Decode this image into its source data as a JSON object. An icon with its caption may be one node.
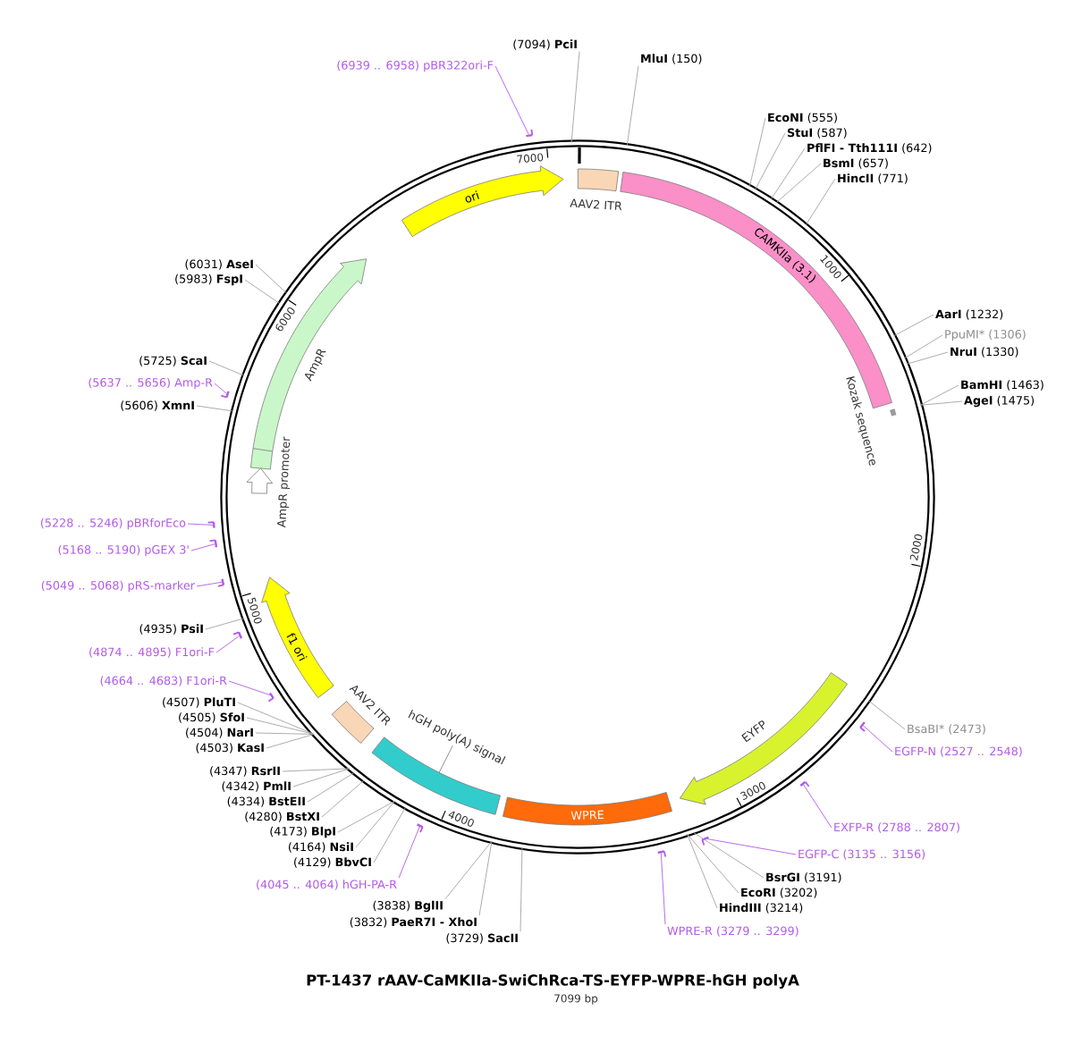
{
  "diagram": {
    "title": "PT-1437 rAAV-CaMKIIa-SwiChRca-TS-EYFP-WPRE-hGH polyA",
    "nodes": [
      {
        "text": [
          "(6939 .. 6958) pBR322ori-F"
        ]
      },
      {
        "text": [
          "(7094) **PciI**"
        ]
      },
      {
        "text": [
          "**MluI** (150)"
        ]
      },
      {
        "text": [
          "**EcoNI** (555)"
        ]
      },
      {
        "text": [
          "**StuI** (587)"
        ]
      },
      {
        "text": [
          "**PflFI - Tth111I** (642)"
        ]
      },
      {
        "text": [
          "**BsmI** (657)"
        ]
      },
      {
        "text": [
          "**HincII** (771)"
        ]
      },
      {
        "text": [
          "(6031) **AseI**"
        ]
      },
      {
        "text": [
          "(5983) **FspI**"
        ]
      },
      {
        "text": [
          "**AarI** (1232)"
        ]
      },
      {
        "text": [
          "PpuMI* (1306)"
        ]
      },
      {
        "text": [
          "**NruI** (1330)"
        ]
      },
      {
        "text": [
          "**BamHI** (1463)"
        ]
      },
      {
        "text": [
          "**AgeI** (1475)"
        ]
      },
      {
        "text": [
          "(5725) **ScaI**"
        ]
      },
      {
        "text": [
          "(5637 .. 5656) Amp-R"
        ]
      },
      {
        "text": [
          "(5606) **XmnI**"
        ]
      },
      {
        "text": [
          "(5228 .. 5246) pBRforEco"
        ]
      },
      {
        "text": [
          "(5168 .. 5190) pGEX 3'"
        ]
      },
      {
        "text": [
          "(5049 .. 5068) pRS-marker"
        ]
      },
      {
        "text": [
          "(4935) **PsiI**"
        ]
      },
      {
        "text": [
          "(4874 .. 4895) F1ori-F"
        ]
      },
      {
        "text": [
          "(4664 .. 4683) F1ori-R"
        ]
      },
      {
        "text": [
          "(4507) **PluTI**"
        ]
      },
      {
        "text": [
          "(4505) **SfoI**"
        ]
      },
      {
        "text": [
          "(4504) **NarI**"
        ]
      },
      {
        "text": [
          "(4503) **KasI**"
        ]
      },
      {
        "text": [
          "BsaBI* (2473)"
        ]
      },
      {
        "text": [
          "EGFP-N (2527 .. 2548)"
        ]
      },
      {
        "text": [
          "(4347) **RsrII**"
        ]
      },
      {
        "text": [
          "(4342) **PmlI**"
        ]
      },
      {
        "text": [
          "(4334) **BstEII**"
        ]
      },
      {
        "text": [
          "(4280) **BstXI**"
        ]
      },
      {
        "text": [
          "EXFP-R (2788 .. 2807)"
        ]
      },
      {
        "text": [
          "(4173) **BlpI**"
        ]
      },
      {
        "text": [
          "(4164) **NsiI**"
        ]
      },
      {
        "text": [
          "EGFP-C (3135 .. 3156)"
        ]
      },
      {
        "text": [
          "(4129) **BbvCI**"
        ]
      },
      {
        "text": [
          "**BsrGI** (3191)"
        ]
      },
      {
        "text": [
          "**EcoRI** (3202)"
        ]
      },
      {
        "text": [
          "**HindIII** (3214)"
        ]
      },
      {
        "text": [
          "(4045 .. 4064) hGH-PA-R"
        ]
      },
      {
        "text": [
          "(3838) **BglII**"
        ]
      },
      {
        "text": [
          "WPRE-R (3279 .. 3299)"
        ]
      },
      {
        "text": [
          "(3832) **PaeR7I - XhoI**"
        ]
      },
      {
        "text": [
          "(3729) **SacII**"
        ]
      },
      {
        "text": [],
        "shape": "circle"
      },
      {
        "text": [
          "ori"
        ],
        "in": 47
      },
      {
        "text": [
          "AAV2 ITR"
        ],
        "in": 47
      },
      {
        "text": [
          "CAMKIIa (3.1)"
        ],
        "in": 47
      },
      {
        "text": [
          "AmpR"
        ],
        "in": 47
      },
      {
        "text": [
          "Kozak sequence"
        ],
        "in": 47
      },
      {
        "text": [
          "AmpR promoter"
        ],
        "in": 47
      },
      {
        "text": [
          "f1 ori"
        ],
        "in": 47
      },
      {
        "text": [
          "EYFP"
        ],
        "in": 47
      },
      {
        "text": [
          "AAV2 ITR"
        ],
        "in": 47
      },
      {
        "text": [
          "hGH poly(A) signal"
        ],
        "in": 47
      },
      {
        "text": [
          "WPRE"
        ],
        "in": 47
      },
      {
        "text": [],
        "shape": "bar"
      },
      {
        "text": [],
        "shape": "bar"
      },
      {
        "text": [],
        "shape": "bar"
      },
      {
        "text": [],
        "shape": "bar"
      },
      {
        "text": [],
        "shape": "bar"
      },
      {
        "text": [],
        "shape": "bar"
      },
      {
        "text": [],
        "shape": "bar"
      },
      {
        "text": [],
        "shape": "bar"
      },
      {
        "text": [],
        "shape": "bar"
      },
      {
        "text": [],
        "shape": "bar"
      },
      {
        "text": [],
        "shape": "bar"
      },
      {
        "text": [],
        "shape": "bar"
      }
    ],
    "edges": [
      {
        "from": 0,
        "to": 59,
        "arrow": "none",
        "color": "#b25ae8"
      },
      {
        "from": 1,
        "to": 47,
        "arrow": "none"
      },
      {
        "from": 2,
        "to": 47,
        "arrow": "none"
      },
      {
        "from": 3,
        "to": 47,
        "arrow": "none"
      },
      {
        "from": 4,
        "to": 47,
        "arrow": "none"
      },
      {
        "from": 5,
        "to": 47,
        "arrow": "none"
      },
      {
        "from": 6,
        "to": 47,
        "arrow": "none"
      },
      {
        "from": 7,
        "to": 47,
        "arrow": "none"
      },
      {
        "from": 8,
        "to": 47,
        "arrow": "none"
      },
      {
        "from": 9,
        "to": 47,
        "arrow": "none"
      },
      {
        "from": 10,
        "to": 47,
        "arrow": "none"
      },
      {
        "from": 11,
        "to": 47,
        "arrow": "none"
      },
      {
        "from": 12,
        "to": 47,
        "arrow": "none"
      },
      {
        "from": 13,
        "to": 47,
        "arrow": "none"
      },
      {
        "from": 14,
        "to": 47,
        "arrow": "none"
      },
      {
        "from": 15,
        "to": 47,
        "arrow": "none"
      },
      {
        "from": 16,
        "to": 60,
        "arrow": "none",
        "color": "#b25ae8"
      },
      {
        "from": 17,
        "to": 47,
        "arrow": "none"
      },
      {
        "from": 18,
        "to": 61,
        "arrow": "none",
        "color": "#b25ae8"
      },
      {
        "from": 19,
        "to": 62,
        "arrow": "none",
        "color": "#b25ae8"
      },
      {
        "from": 20,
        "to": 63,
        "arrow": "none",
        "color": "#b25ae8"
      },
      {
        "from": 21,
        "to": 47,
        "arrow": "none"
      },
      {
        "from": 22,
        "to": 64,
        "arrow": "none",
        "color": "#b25ae8"
      },
      {
        "from": 23,
        "to": 65,
        "arrow": "none",
        "color": "#b25ae8"
      },
      {
        "from": 24,
        "to": 47,
        "arrow": "none"
      },
      {
        "from": 25,
        "to": 47,
        "arrow": "none"
      },
      {
        "from": 26,
        "to": 47,
        "arrow": "none"
      },
      {
        "from": 27,
        "to": 47,
        "arrow": "none"
      },
      {
        "from": 28,
        "to": 47,
        "arrow": "none"
      },
      {
        "from": 29,
        "to": 66,
        "arrow": "none",
        "color": "#b25ae8"
      },
      {
        "from": 30,
        "to": 47,
        "arrow": "none"
      },
      {
        "from": 31,
        "to": 47,
        "arrow": "none"
      },
      {
        "from": 32,
        "to": 47,
        "arrow": "none"
      },
      {
        "from": 33,
        "to": 47,
        "arrow": "none"
      },
      {
        "from": 34,
        "to": 67,
        "arrow": "none",
        "color": "#b25ae8"
      },
      {
        "from": 35,
        "to": 47,
        "arrow": "none"
      },
      {
        "from": 36,
        "to": 47,
        "arrow": "none"
      },
      {
        "from": 37,
        "to": 68,
        "arrow": "none",
        "color": "#b25ae8"
      },
      {
        "from": 38,
        "to": 47,
        "arrow": "none"
      },
      {
        "from": 39,
        "to": 47,
        "arrow": "none"
      },
      {
        "from": 40,
        "to": 47,
        "arrow": "none"
      },
      {
        "from": 41,
        "to": 47,
        "arrow": "none"
      },
      {
        "from": 42,
        "to": 69,
        "arrow": "none",
        "color": "#b25ae8"
      },
      {
        "from": 43,
        "to": 47,
        "arrow": "none"
      },
      {
        "from": 44,
        "to": 70,
        "arrow": "none",
        "color": "#b25ae8"
      },
      {
        "from": 45,
        "to": 47,
        "arrow": "none"
      },
      {
        "from": 46,
        "to": 47,
        "arrow": "none"
      }
    ],
    "labels": [
      "1000",
      "2000",
      "3000",
      "4000",
      "5000",
      "6000",
      "7000",
      "7099 bp"
    ]
  }
}
